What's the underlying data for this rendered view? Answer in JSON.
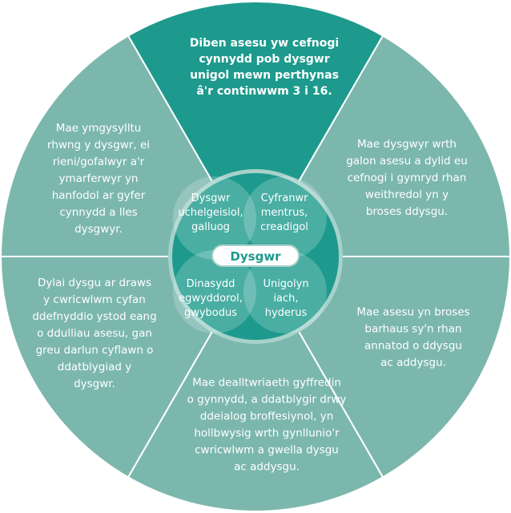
{
  "colors": {
    "outer_segment": "#7cb7ae",
    "top_segment": "#1d9a8d",
    "hub": "#1d9a8d",
    "hub_rim": "#a6d2cb",
    "petal": "#ffffff",
    "divider": "#ffffff",
    "text": "#ffffff"
  },
  "segments": [
    {
      "lines": [
        "Diben asesu yw cefnogi",
        "cynnydd pob dysgwr",
        "unigol mewn perthynas",
        "â'r continwwm 3 i 16."
      ]
    },
    {
      "lines": [
        "Mae dysgwyr wrth",
        "galon asesu a dylid eu",
        "cefnogi i gymryd rhan",
        "weithredol yn y",
        "broses ddysgu."
      ]
    },
    {
      "lines": [
        "Mae asesu yn broses",
        "barhaus sy'n rhan",
        "annatod o ddysgu",
        "ac addysgu."
      ]
    },
    {
      "lines": [
        "Mae dealltwriaeth gyffredin",
        "o gynnydd, a ddatblygir drwy",
        "ddeialog broffesiynol, yn",
        "hollbwysig wrth gynllunio'r",
        "cwricwlwm a gwella dysgu",
        "ac addysgu."
      ]
    },
    {
      "lines": [
        "Dylai dysgu ar draws",
        "y cwricwlwm cyfan",
        "ddefnyddio ystod eang",
        "o ddulliau asesu, gan",
        "greu darlun cyflawn o",
        "ddatblygiad y",
        "dysgwr."
      ]
    },
    {
      "lines": [
        "Mae ymgysylltu",
        "rhwng y dysgwr, ei",
        "rieni/gofalwyr a'r",
        "ymarferwyr yn",
        "hanfodol ar gyfer",
        "cynnydd a lles",
        "dysgwyr."
      ]
    }
  ],
  "hub": {
    "purposes": [
      {
        "lines": [
          "Dysgwr",
          "uchelgeisiol,",
          "galluog"
        ]
      },
      {
        "lines": [
          "Cyfranwr",
          "mentrus,",
          "creadigol"
        ]
      },
      {
        "lines": [
          "Dinasydd",
          "egwyddorol,",
          "gwybodus"
        ]
      },
      {
        "lines": [
          "Unigolyn",
          "iach,",
          "hyderus"
        ]
      }
    ],
    "center_label": "Dysgwr"
  }
}
